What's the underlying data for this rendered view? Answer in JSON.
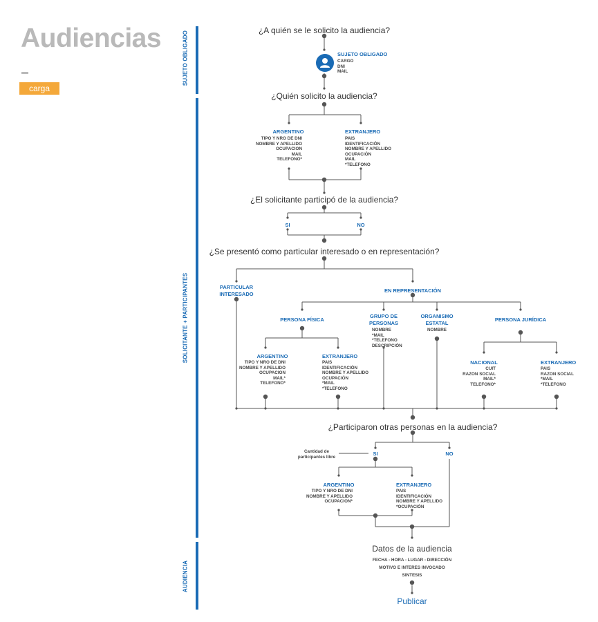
{
  "page": {
    "title": "Audiencias",
    "badge": "carga"
  },
  "sections": [
    "SUJETO OBLIGADO",
    "SOLICITANTE + PARTICIPANTES",
    "AUDIENCIA"
  ],
  "q1": {
    "question": "¿A quién se le solicito la audiencia?",
    "title": "SUJETO OBLIGADO",
    "fields": [
      "CARGO",
      "DNI",
      "MAIL"
    ]
  },
  "q2": {
    "question": "¿Quién solicito la audiencia?",
    "argentino": {
      "title": "ARGENTINO",
      "fields": [
        "TIPO Y NRO DE DNI",
        "NOMBRE Y APELLIDO",
        "OCUPACION",
        "MAIL",
        "TELEFONO*"
      ]
    },
    "extranjero": {
      "title": "EXTRANJERO",
      "fields": [
        "PAIS",
        "IDENTIFICACIÓN",
        "NOMBRE Y APELLIDO",
        "OCUPACIÓN",
        "MAIL",
        "*TELEFONO"
      ]
    }
  },
  "q3": {
    "question": "¿El solicitante participó de la audiencia?",
    "si": "SI",
    "no": "NO"
  },
  "q4": {
    "question": "¿Se presentó como particular interesado o en representación?",
    "particular": [
      "PARTICULAR",
      "INTERESADO"
    ],
    "representacion": "EN REPRESENTACIÓN",
    "persona_fisica": {
      "title": "PERSONA FÍSICA",
      "argentino": {
        "title": "ARGENTINO",
        "fields": [
          "TIPO Y NRO DE DNI",
          "NOMBRE Y APELLIDO",
          "OCUPACION",
          "MAIL*",
          "TELEFONO*"
        ]
      },
      "extranjero": {
        "title": "EXTRANJERO",
        "fields": [
          "PAIS",
          "IDENTIFICACIÓN",
          "NOMBRE Y APELLIDO",
          "OCUPACIÓN",
          "*MAIL",
          "*TELEFONO"
        ]
      }
    },
    "grupo": {
      "title": [
        "GRUPO DE",
        "PERSONAS"
      ],
      "fields": [
        "NOMBRE",
        "*MAIL",
        "*TELEFONO",
        "DESCRIPCIÓN"
      ]
    },
    "organismo": {
      "title": [
        "ORGANISMO",
        "ESTATAL"
      ],
      "fields": [
        "NOMBRE"
      ]
    },
    "persona_juridica": {
      "title": "PERSONA JURÍDICA",
      "nacional": {
        "title": "NACIONAL",
        "fields": [
          "CUIT",
          "RAZON SOCIAL",
          "MAIL*",
          "TELEFONO*"
        ]
      },
      "extranjero": {
        "title": "EXTRANJERO",
        "fields": [
          "PAIS",
          "RAZON SOCIAL",
          "*MAIL",
          "*TELEFONO"
        ]
      }
    }
  },
  "q5": {
    "question": "¿Participaron otras personas en la audiencia?",
    "si": "SI",
    "no": "NO",
    "note": [
      "Cantidad de",
      "participantes libre"
    ],
    "argentino": {
      "title": "ARGENTINO",
      "fields": [
        "TIPO Y NRO DE DNI",
        "NOMBRE Y APELLIDO",
        "OCUPACION*"
      ]
    },
    "extranjero": {
      "title": "EXTRANJERO",
      "fields": [
        "PAIS",
        "IDENTIFICACIÓN",
        "NOMBRE Y APELLIDO",
        "*OCUPACIÓN"
      ]
    }
  },
  "datos": {
    "title": "Datos de la audiencia",
    "fields": [
      "FECHA - HORA - LUGAR - DIRECCIÓN",
      "MOTIVO E INTERES INVOCADO",
      "SINTESIS"
    ]
  },
  "publicar": "Publicar",
  "colors": {
    "accent": "#1a6bb5",
    "badge": "#f4a83a",
    "title": "#b9b9b9",
    "line": "#555555"
  }
}
